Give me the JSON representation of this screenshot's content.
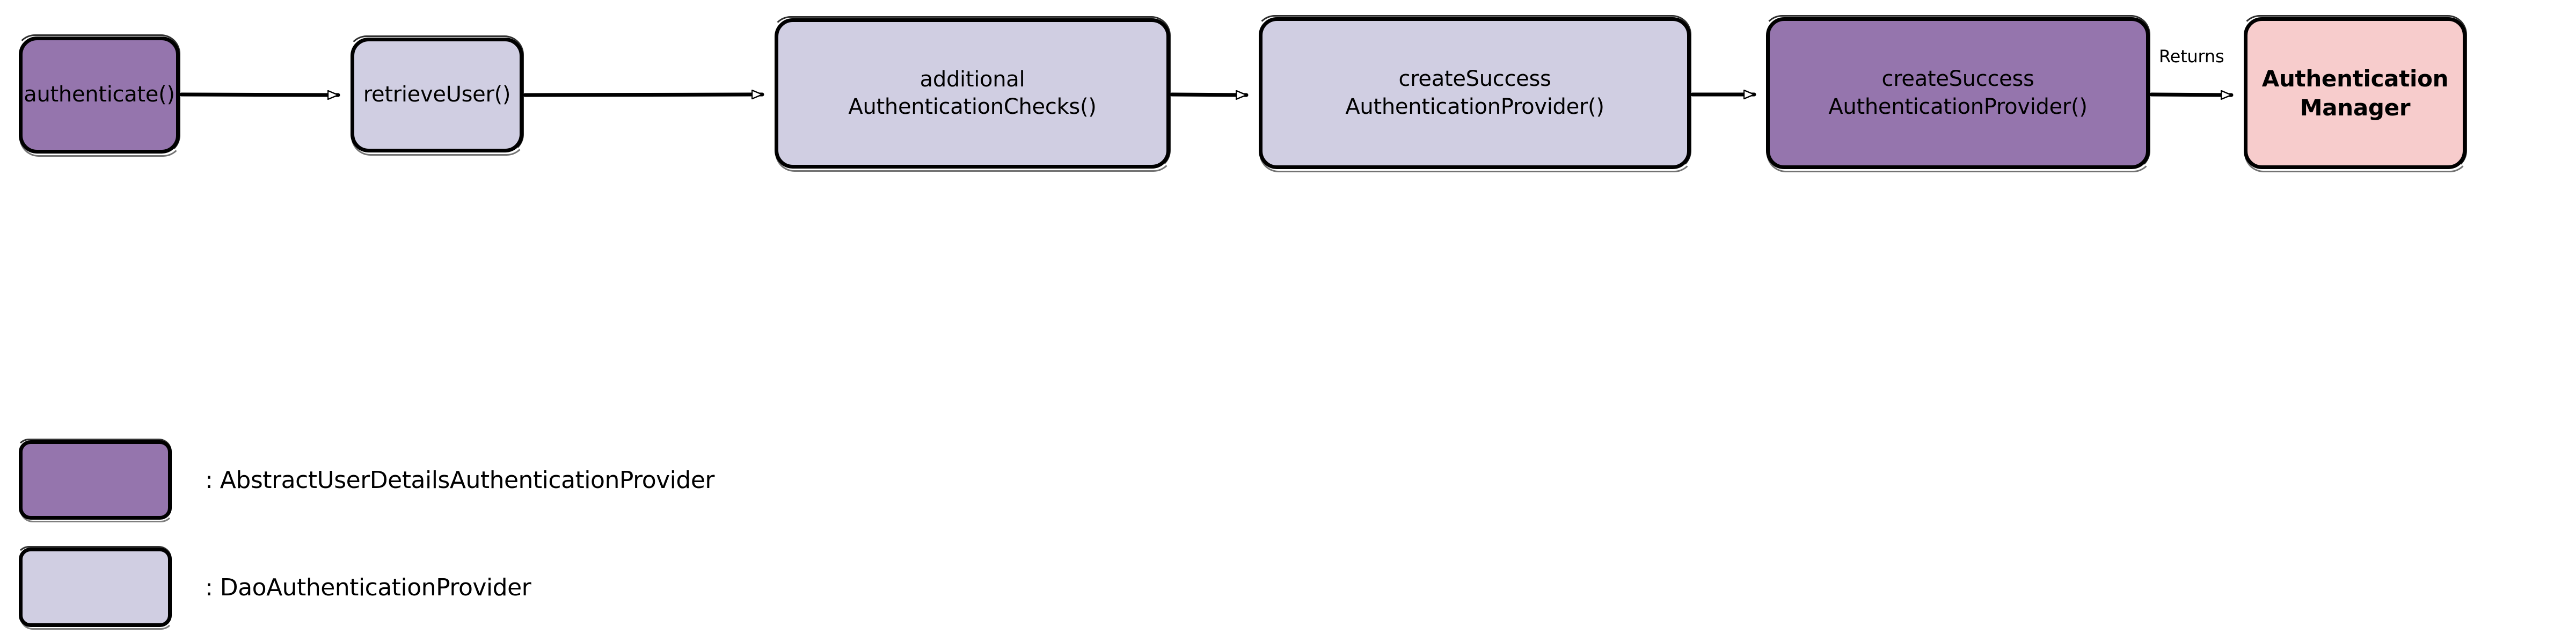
{
  "diagram": {
    "type": "flowchart",
    "orientation": "left-to-right",
    "background": "#ffffff",
    "colors": {
      "abstract_user_details_provider": "#9575ad",
      "dao_authentication_provider": "#d0cee2",
      "authentication_manager": "#f7cccc",
      "stroke": "#000000"
    },
    "nodes": [
      {
        "id": "authenticate",
        "label": "authenticate()",
        "fill": "#9575ad",
        "owner": "AbstractUserDetailsAuthenticationProvider"
      },
      {
        "id": "retrieve-user",
        "label": "retrieveUser()",
        "fill": "#d0cee2",
        "owner": "DaoAuthenticationProvider"
      },
      {
        "id": "additional-authentication-checks",
        "label": "additional\nAuthenticationChecks()",
        "fill": "#d0cee2",
        "owner": "DaoAuthenticationProvider"
      },
      {
        "id": "create-success-authentication-provider-dao",
        "label": "createSuccess\nAuthenticationProvider()",
        "fill": "#d0cee2",
        "owner": "DaoAuthenticationProvider"
      },
      {
        "id": "create-success-authentication-provider-abstract",
        "label": "createSuccess\nAuthenticationProvider()",
        "fill": "#9575ad",
        "owner": "AbstractUserDetailsAuthenticationProvider"
      },
      {
        "id": "authentication-manager",
        "label": "Authentication\nManager",
        "fill": "#f7cccc",
        "owner": "AuthenticationManager"
      }
    ],
    "edges": [
      {
        "from": "authenticate",
        "to": "retrieve-user",
        "label": ""
      },
      {
        "from": "retrieve-user",
        "to": "additional-authentication-checks",
        "label": ""
      },
      {
        "from": "additional-authentication-checks",
        "to": "create-success-authentication-provider-dao",
        "label": ""
      },
      {
        "from": "create-success-authentication-provider-dao",
        "to": "create-success-authentication-provider-abstract",
        "label": ""
      },
      {
        "from": "create-success-authentication-provider-abstract",
        "to": "authentication-manager",
        "label": "Returns"
      }
    ]
  },
  "legend": {
    "items": [
      {
        "swatch_color": "#9575ad",
        "label": ": AbstractUserDetailsAuthenticationProvider"
      },
      {
        "swatch_color": "#d0cee2",
        "label": ": DaoAuthenticationProvider"
      }
    ]
  }
}
